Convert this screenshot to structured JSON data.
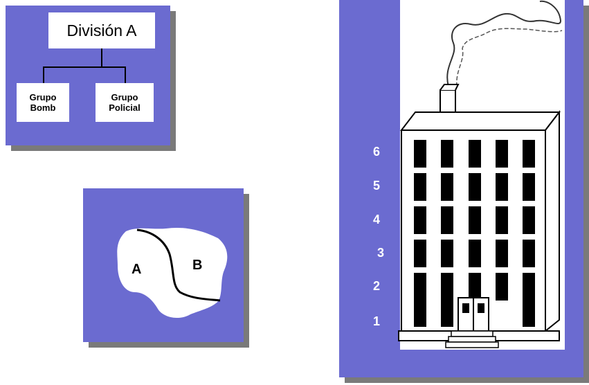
{
  "org_chart": {
    "title": "División A",
    "groups": [
      "Grupo\nBomb",
      "Grupo\nPolicial"
    ]
  },
  "area_map": {
    "regions": [
      "A",
      "B"
    ]
  },
  "building": {
    "floors": [
      "6",
      "5",
      "4",
      "3",
      "2",
      "1"
    ]
  },
  "colors": {
    "panel": "#6b6bd0",
    "shadow": "#7a7a7a"
  }
}
